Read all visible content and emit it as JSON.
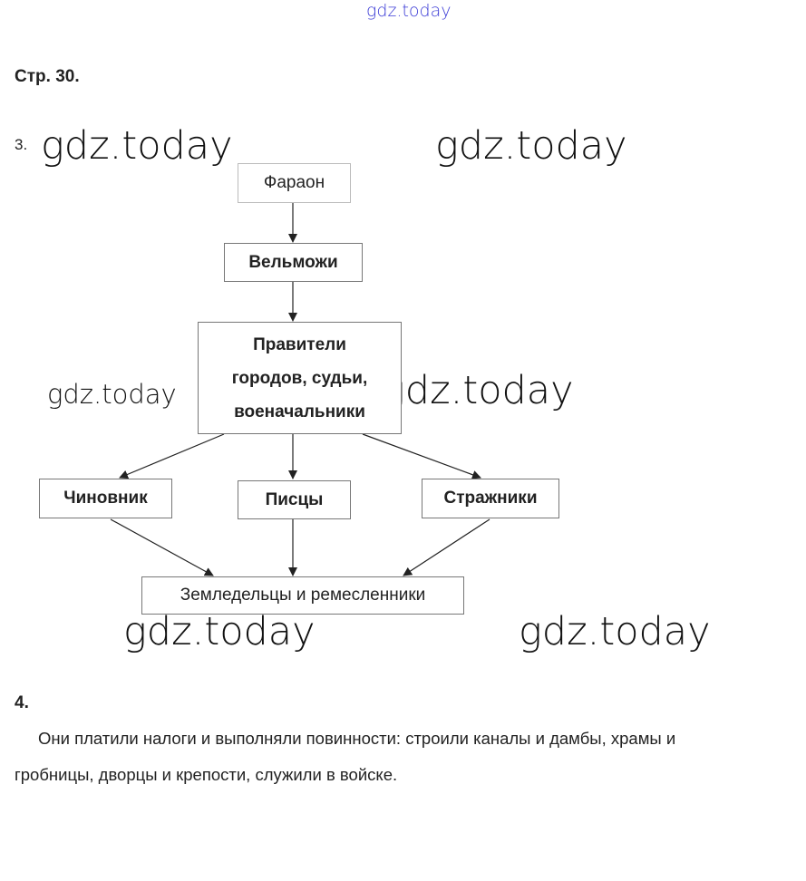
{
  "header_watermark": "gdz.today",
  "page_heading": "Стр. 30.",
  "task3": {
    "number": "3.",
    "diagram": {
      "pharaoh": "Фараон",
      "nobles": "Вельможи",
      "rulers": [
        "Правители",
        "городов, судьи,",
        "военачальники"
      ],
      "officials": "Чиновник",
      "scribes": "Писцы",
      "guards": "Стражники",
      "farmers": "Земледельцы и ремесленники"
    }
  },
  "watermarks": [
    "gdz.today",
    "gdz.today",
    "gdz.today",
    "gdz.today",
    "gdz.today",
    "gdz.today"
  ],
  "task4": {
    "number": "4.",
    "line1": "Они платили налоги и выполняли повинности: строили каналы и дамбы, храмы и",
    "line2": "гробницы, дворцы и крепости, служили в войске."
  },
  "colors": {
    "header_watermark": "#3b3bd6"
  }
}
